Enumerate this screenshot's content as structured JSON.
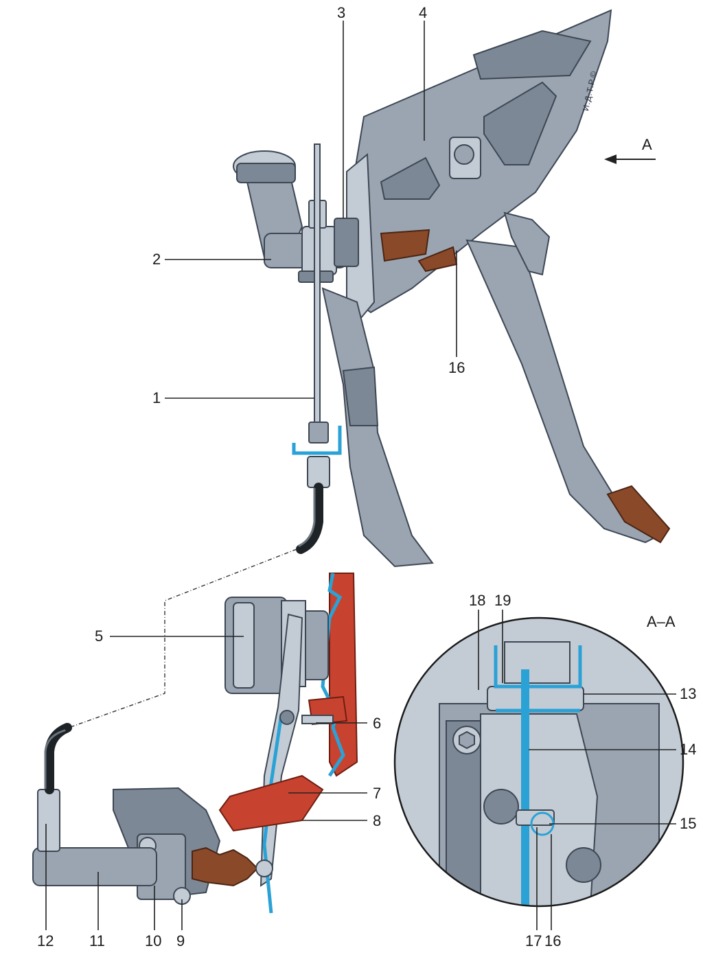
{
  "diagram": {
    "watermark": "И.Д.Т.Р.©",
    "view_marker": "A",
    "section_title": "A–A",
    "callouts": [
      "1",
      "2",
      "3",
      "4",
      "5",
      "6",
      "7",
      "8",
      "9",
      "10",
      "11",
      "12",
      "13",
      "14",
      "15",
      "16",
      "17",
      "18",
      "19"
    ],
    "callout_16_bottom": "16"
  }
}
